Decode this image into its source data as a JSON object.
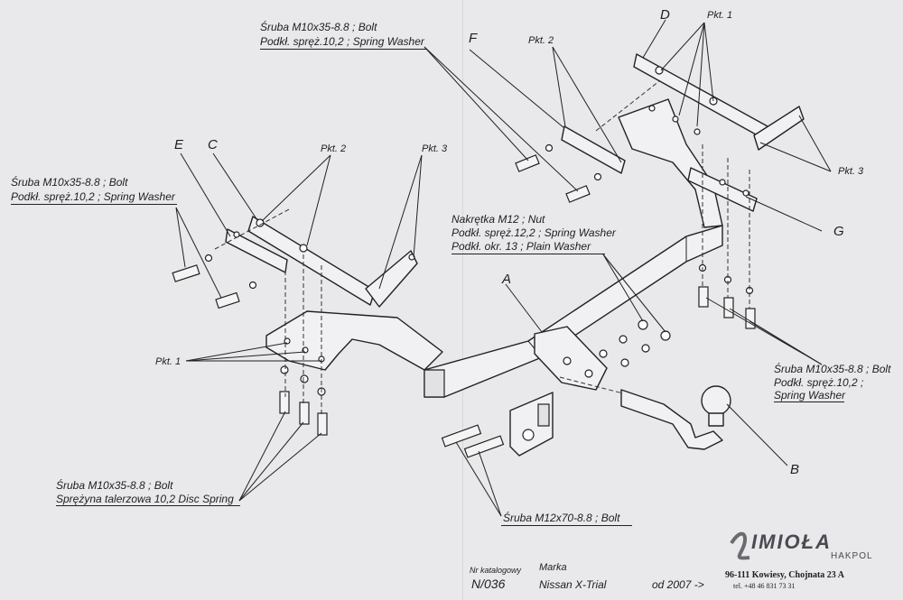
{
  "labels": {
    "left_upper_bolt": "Śruba M10x35-8.8 ;  Bolt",
    "left_upper_washer": "Podkł. spręż.10,2 ; Spring Washer",
    "top_bolt": "Śruba M10x35-8.8 ;  Bolt",
    "top_washer": "Podkł. spręż.10,2 ; Spring Washer",
    "nut_line1": "Nakrętka  M12 ; Nut",
    "nut_line2": "Podkł. spręż.12,2 ; Spring Washer",
    "nut_line3": "Podkł. okr. 13 ; Plain Washer",
    "right_bolt_line1": "Śruba M10x35-8.8 ;  Bolt",
    "right_bolt_line2": "Podkł. spręż.10,2 ;",
    "right_bolt_line3": "Spring Washer",
    "bottom_bolt_line1": "Śruba M10x35-8.8 ;  Bolt",
    "bottom_bolt_line2": "Sprężyna talerzowa  10,2  Disc Spring",
    "ball_bolt": "Śruba M12x70-8.8 ;  Bolt"
  },
  "points": {
    "pkt1_top": "Pkt. 1",
    "pkt2_top": "Pkt. 2",
    "pkt2_left": "Pkt. 2",
    "pkt3_left": "Pkt. 3",
    "pkt3_right": "Pkt. 3",
    "pkt1_left": "Pkt. 1"
  },
  "letters": {
    "A": "A",
    "B": "B",
    "C": "C",
    "D": "D",
    "E": "E",
    "F": "F",
    "G": "G"
  },
  "footer": {
    "catalog_label": "Nr katalogowy",
    "catalog_value": "N/036",
    "brand_label": "Marka",
    "brand_value": "Nissan X-Trial",
    "year_value": "od 2007 ->",
    "logo_text": "IMIOŁA",
    "logo_sub": "HAKPOL",
    "address": "96-111 Kowiesy, Chojnata 23 A",
    "phone": "tel. +48 46 831 73 31"
  }
}
